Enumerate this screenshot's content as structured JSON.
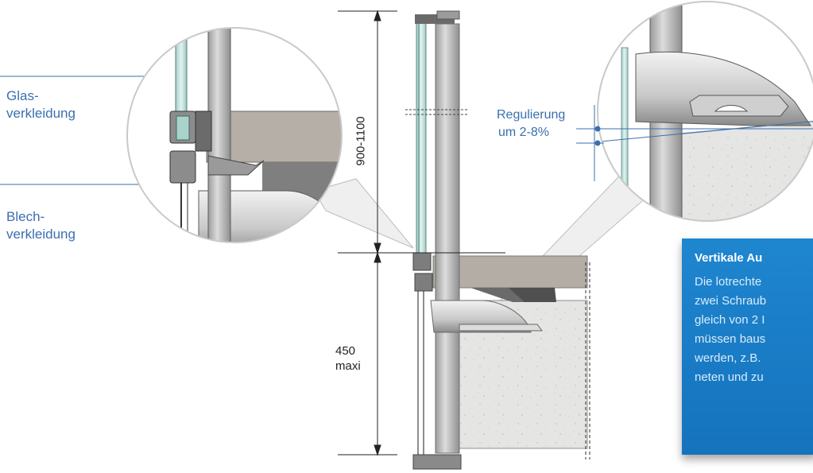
{
  "labels": {
    "glas": [
      "Glas-",
      "verkleidung"
    ],
    "blech": [
      "Blech-",
      "verkleidung"
    ],
    "regulierung": [
      "Regulierung",
      "um 2-8%"
    ]
  },
  "dimensions": {
    "upper": "900-1100",
    "lower": [
      "450",
      "maxi"
    ]
  },
  "infobox": {
    "title": "Vertikale Au",
    "lines": [
      "Die lotrechte",
      "zwei Schraub",
      "gleich von 2 I",
      "müssen baus",
      "werden, z.B.",
      "neten und zu"
    ]
  },
  "colors": {
    "label": "#3a6fb0",
    "infobox": "#1a7dc6",
    "concrete": "#e4e4e2",
    "slab": "#b3ada6"
  }
}
